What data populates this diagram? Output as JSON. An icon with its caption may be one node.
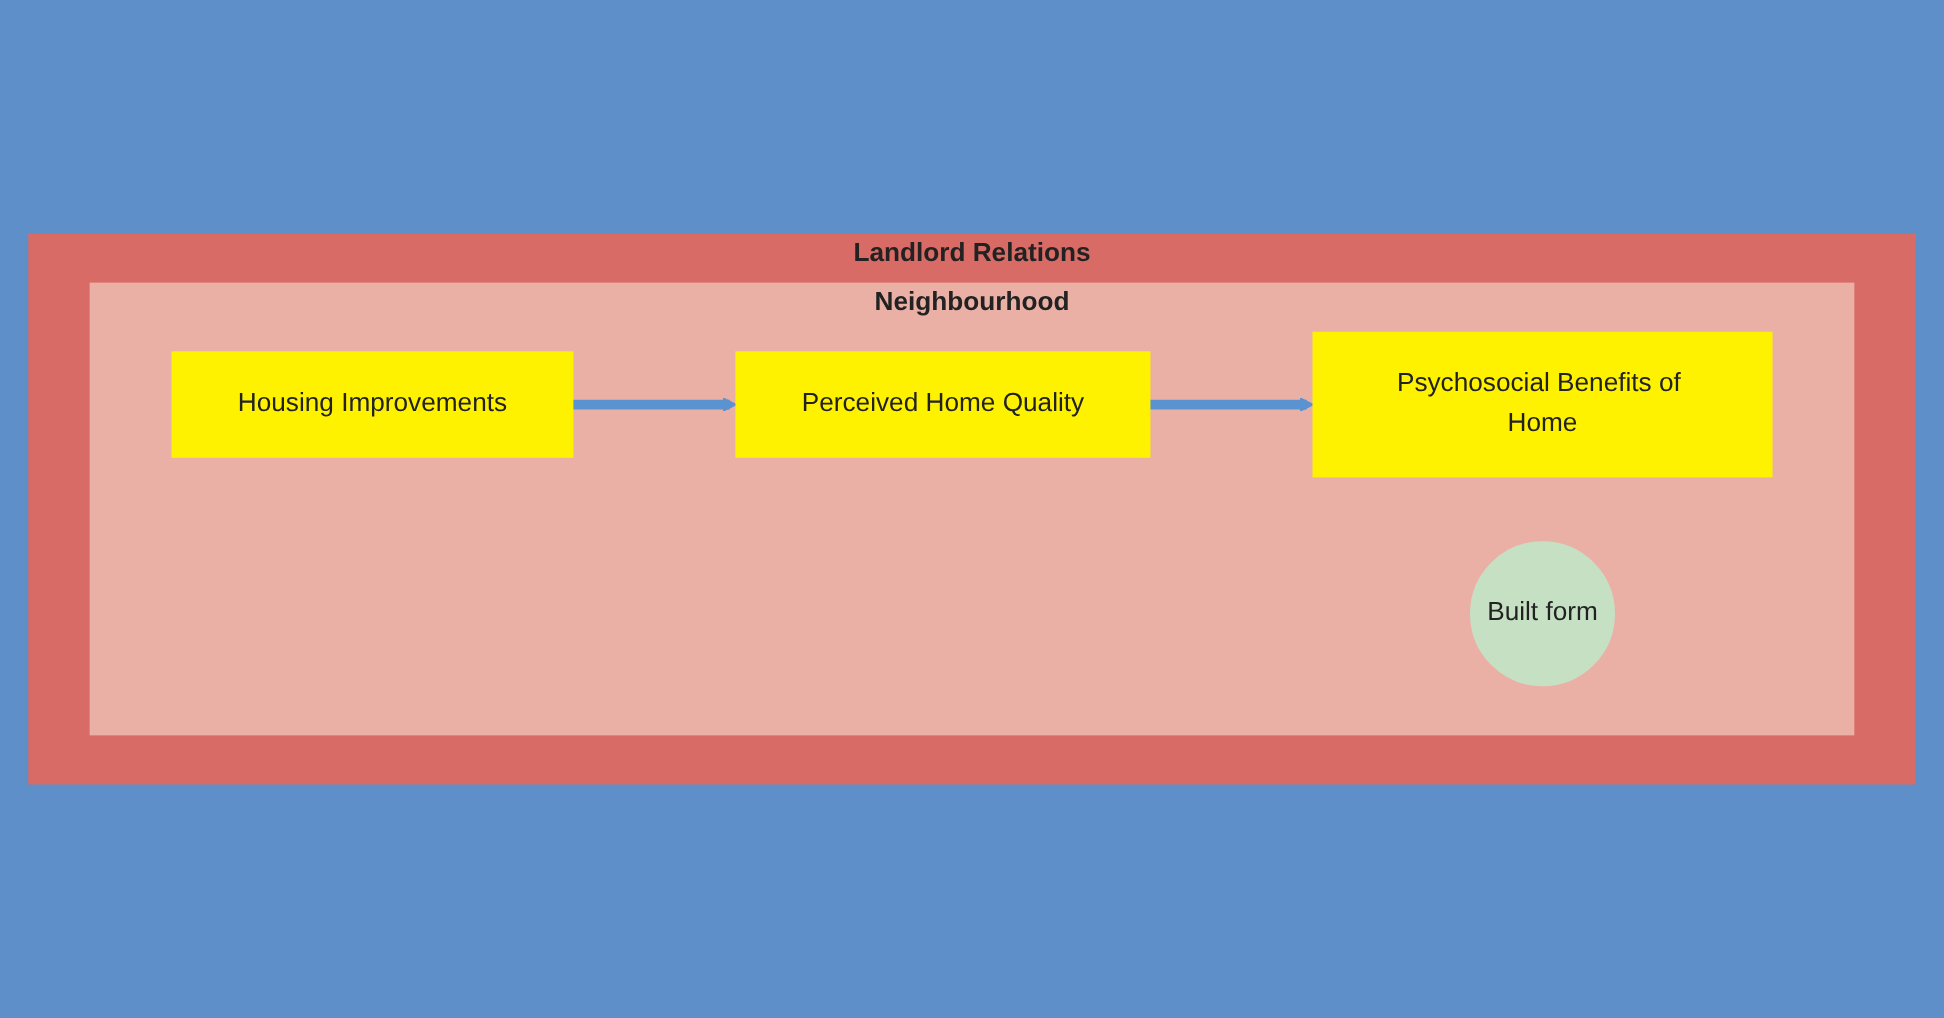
{
  "diagram": {
    "nodes": [
      {
        "text": [
          "Landlord Relations"
        ]
      },
      {
        "text": [
          "Neighbourhood"
        ],
        "in": 0
      },
      {
        "text": [
          "Housing Improvements"
        ],
        "in": 1
      },
      {
        "text": [
          "Built form"
        ],
        "in": 1
      },
      {
        "text": [
          "Psychosocial Benefits of Home"
        ],
        "in": 1
      },
      {
        "text": [
          "Perceived Home Quality"
        ],
        "in": 1
      }
    ],
    "edges": [
      {
        "from": 2,
        "to": 5,
        "arrow": "to"
      },
      {
        "from": 5,
        "to": 4,
        "arrow": "to"
      }
    ]
  }
}
